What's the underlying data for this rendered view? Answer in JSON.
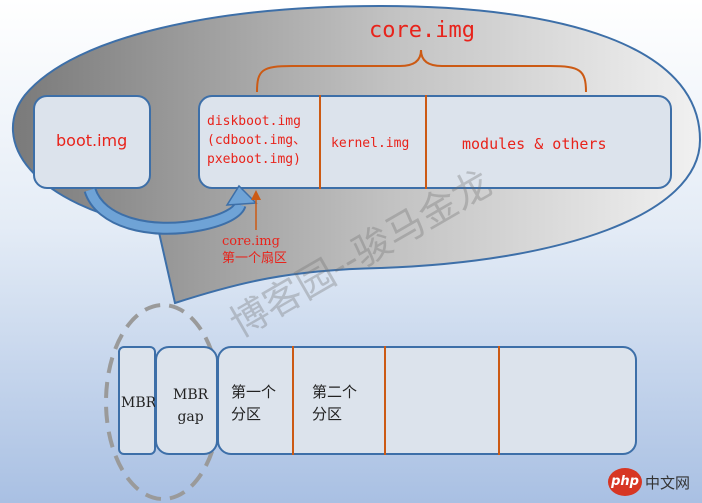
{
  "title": "core.img",
  "boot_img": "boot.img",
  "core_segments": {
    "diskboot": "diskboot.img\n(cdboot.img、\npxeboot.img)",
    "kernel": "kernel.img",
    "modules": "modules & others"
  },
  "first_sector_note": "core.img\n第一个扇区",
  "disk": {
    "mbr": "MBR",
    "mbr_gap": "MBR\ngap",
    "partition_1": "第一个\n分区",
    "partition_2": "第二个\n分区"
  },
  "watermark": "博客园--骏马金龙",
  "logo": {
    "badge": "php",
    "text": "中文网"
  },
  "colors": {
    "red_text": "#e8231b",
    "box_fill": "#dce3ec",
    "box_border": "#3d6fa8",
    "divider": "#cc5a14",
    "arrow": "#6fa3d6"
  }
}
